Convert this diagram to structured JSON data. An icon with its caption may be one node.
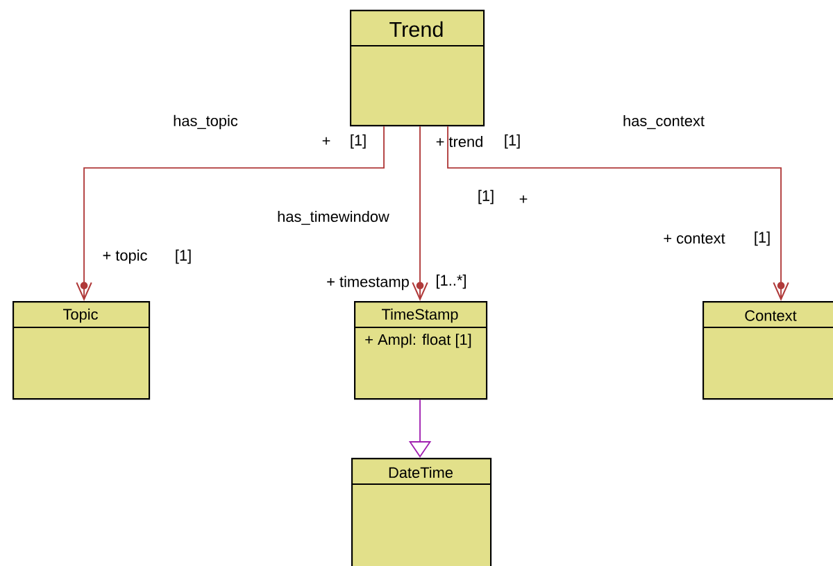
{
  "diagram": {
    "nodes": [
      {
        "text": [
          "Trend"
        ]
      },
      {
        "text": [
          "Topic"
        ]
      },
      {
        "text": [
          "TimeStamp",
          "+ Ampl: float [1]"
        ]
      },
      {
        "text": [
          "Context"
        ]
      },
      {
        "text": [
          "DateTime"
        ]
      }
    ],
    "edges": [
      {
        "from": 0,
        "to": 1,
        "arrow": "to",
        "label": "has_topic"
      },
      {
        "from": 0,
        "to": 2,
        "arrow": "to",
        "label": "has_timewindow"
      },
      {
        "from": 0,
        "to": 3,
        "arrow": "to",
        "label": "has_context"
      },
      {
        "from": 2,
        "to": 4,
        "arrow": "to",
        "color": "#a020b0"
      }
    ],
    "labels": [
      "+",
      "[1]",
      "+ trend",
      "[1]",
      "[1]",
      "+",
      "+ context",
      "[1]",
      "+ topic",
      "[1]",
      "+ timestamp",
      "[1..*]"
    ]
  }
}
